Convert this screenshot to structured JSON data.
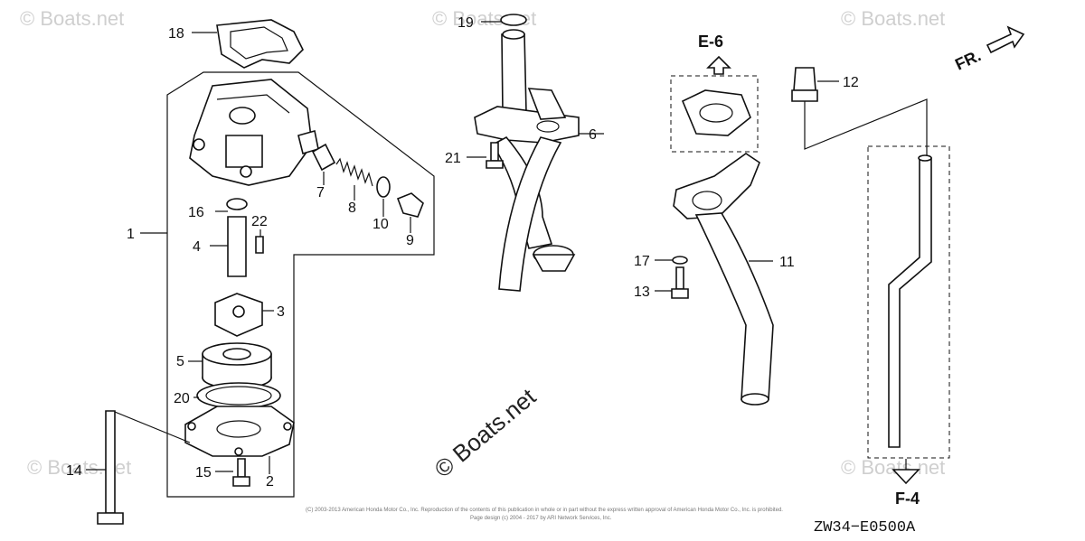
{
  "callouts": [
    "1",
    "2",
    "3",
    "4",
    "5",
    "6",
    "7",
    "8",
    "9",
    "10",
    "11",
    "12",
    "13",
    "14",
    "15",
    "16",
    "17",
    "18",
    "19",
    "20",
    "21",
    "22"
  ],
  "refs": {
    "up": "E-6",
    "down": "F-4"
  },
  "direction": "FR.",
  "diagram_code": "ZW34−E0500A",
  "watermarks": {
    "corner": "© Boats.net",
    "center": "© Boats.net"
  },
  "copyright": {
    "line1": "(C) 2003-2013 American Honda Motor Co., Inc. Reproduction of the contents of this publication in whole or in part without the express written approval of American Honda Motor Co., Inc. is prohibited.",
    "line2": "Page design (c) 2004 - 2017 by ARI Network Services, Inc."
  }
}
